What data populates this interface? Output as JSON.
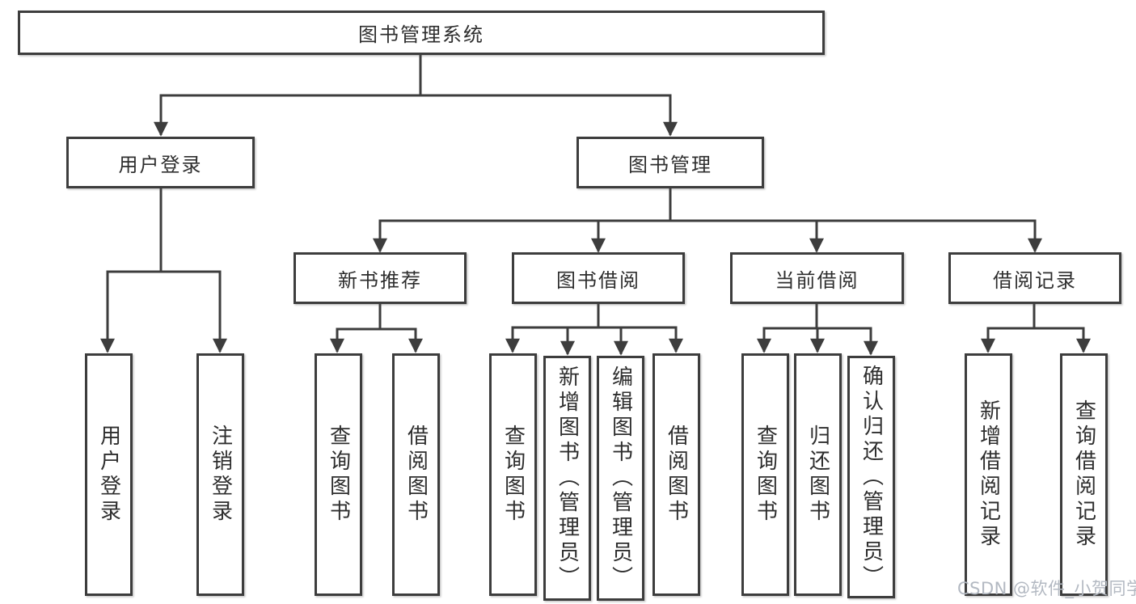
{
  "tree": {
    "root": {
      "label": "图书管理系统",
      "children": [
        {
          "label": "用户登录",
          "children": [
            {
              "label": "用户登录"
            },
            {
              "label": "注销登录"
            }
          ]
        },
        {
          "label": "图书管理",
          "children": [
            {
              "label": "新书推荐",
              "children": [
                {
                  "label": "查询图书"
                },
                {
                  "label": "借阅图书"
                }
              ]
            },
            {
              "label": "图书借阅",
              "children": [
                {
                  "label": "查询图书"
                },
                {
                  "label": "新增图书（管理员）"
                },
                {
                  "label": "编辑图书（管理员）"
                },
                {
                  "label": "借阅图书"
                }
              ]
            },
            {
              "label": "当前借阅",
              "children": [
                {
                  "label": "查询图书"
                },
                {
                  "label": "归还图书"
                },
                {
                  "label": "确认归还（管理员）"
                }
              ]
            },
            {
              "label": "借阅记录",
              "children": [
                {
                  "label": "新增借阅记录"
                },
                {
                  "label": "查询借阅记录"
                }
              ]
            }
          ]
        }
      ]
    }
  },
  "colors": {
    "line": "#3d3d3d",
    "text": "#2e2e2e",
    "watermark": "#b3b9c2",
    "background": "#ffffff"
  },
  "watermark": {
    "text": "CSDN @软件_小贺同学"
  }
}
